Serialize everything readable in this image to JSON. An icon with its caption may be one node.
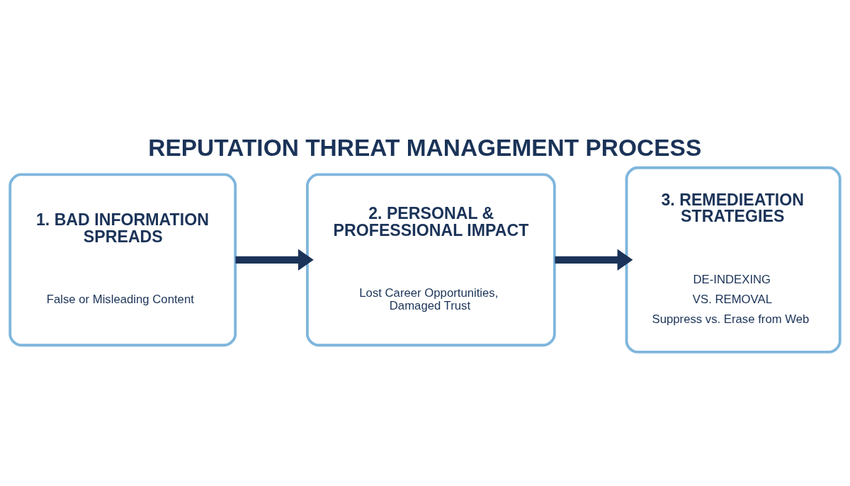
{
  "diagram": {
    "title": "REPUTATION THREAT MANAGEMENT PROCESS",
    "nodes": [
      {
        "text": [
          "1. BAD INFORMATION SPREADS",
          "False or Misleading Content"
        ]
      },
      {
        "text": [
          "2. PERSONAL & PROFESSIONAL IMPACT",
          "Lost Career Opportunities, Damaged Trust"
        ]
      },
      {
        "text": [
          "3. REMEDIEATION STRATEGIES",
          "DE-INDEXING",
          "VS. REMOVAL",
          "Suppress vs. Erase from Web"
        ]
      }
    ],
    "edges": [
      {
        "from": 0,
        "to": 1,
        "arrow": "to"
      },
      {
        "from": 1,
        "to": 2,
        "arrow": "to"
      }
    ]
  }
}
